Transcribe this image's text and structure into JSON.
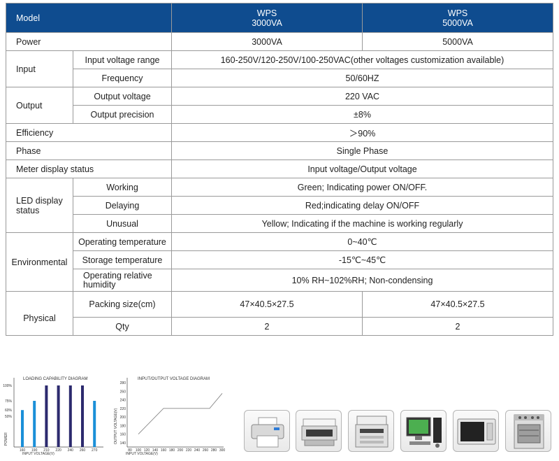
{
  "header": {
    "model": "Model",
    "col1": [
      "WPS",
      "3000VA"
    ],
    "col2": [
      "WPS",
      "5000VA"
    ]
  },
  "rows": {
    "power": {
      "label": "Power",
      "v1": "3000VA",
      "v2": "5000VA"
    },
    "input": {
      "label": "Input",
      "range_label": "Input voltage range",
      "range_value": "160-250V/120-250V/100-250VAC(other voltages customization available)",
      "freq_label": "Frequency",
      "freq_value": "50/60HZ"
    },
    "output": {
      "label": "Output",
      "voltage_label": "Output voltage",
      "voltage_value": "220 VAC",
      "precision_label": "Output precision",
      "precision_value": "±8%"
    },
    "efficiency": {
      "label": "Efficiency",
      "value": "＞90%"
    },
    "phase": {
      "label": "Phase",
      "value": "Single Phase"
    },
    "meter": {
      "label": "Meter display status",
      "value": "Input voltage/Output voltage"
    },
    "led": {
      "label_1": "LED display",
      "label_2": "status",
      "working_label": "Working",
      "working_value": "Green; Indicating power ON/OFF.",
      "delaying_label": "Delaying",
      "delaying_value": "Red;indicating delay ON/OFF",
      "unusual_label": "Unusual",
      "unusual_value": "Yellow; Indicating if the machine is working regularly"
    },
    "environmental": {
      "label": "Environmental",
      "op_temp_label": "Operating temperature",
      "op_temp_value": "0~40℃",
      "storage_label": "Storage temperature",
      "storage_value": "-15℃~45℃",
      "humidity_label_1": "Operating relative",
      "humidity_label_2": "humidity",
      "humidity_value": "10% RH~102%RH; Non-condensing"
    },
    "physical": {
      "label": "Physical",
      "packing_label": "Packing size(cm)",
      "packing_v1": "47×40.5×27.5",
      "packing_v2": "47×40.5×27.5",
      "qty_label": "Qty",
      "qty_v1": "2",
      "qty_v2": "2"
    }
  },
  "chart_data": [
    {
      "type": "bar",
      "title": "LOADING CAPABILITY DIAGRAM",
      "xlabel": "INPUT VOLTAGE(V)",
      "ylabel": "POWER",
      "categories": [
        "160",
        "190",
        "210",
        "220",
        "240",
        "260",
        "270"
      ],
      "values": [
        60,
        75,
        100,
        100,
        100,
        100,
        75
      ],
      "bar_colors": [
        "#1a8fd8",
        "#1a8fd8",
        "#2c2a6e",
        "#2c2a6e",
        "#2c2a6e",
        "#2c2a6e",
        "#1a8fd8"
      ],
      "yticks": [
        {
          "value": 100,
          "label": "100%"
        },
        {
          "value": 75,
          "label": "75%"
        },
        {
          "value": 60,
          "label": "60%"
        },
        {
          "value": 50,
          "label": "50%"
        }
      ],
      "ylim": [
        0,
        100
      ]
    },
    {
      "type": "line",
      "title": "INPUT/OUTPUT VOLTAGE DIAGRAM",
      "xlabel": "INPUT VOLTAGE(V)",
      "ylabel": "OUTPUT VOLTAGE(V)",
      "xticks": [
        "80",
        "100",
        "120",
        "140",
        "160",
        "180",
        "200",
        "220",
        "240",
        "260",
        "280",
        "300"
      ],
      "yticks": [
        "140",
        "160",
        "180",
        "200",
        "220",
        "240",
        "260",
        "280"
      ],
      "xlim": [
        80,
        300
      ],
      "ylim": [
        130,
        280
      ],
      "x": [
        100,
        140,
        160,
        260,
        270,
        300
      ],
      "y": [
        160,
        200,
        220,
        220,
        220,
        255
      ]
    }
  ],
  "icons": [
    "printer-icon",
    "scanner-icon",
    "copier-icon",
    "desktop-computer-icon",
    "microwave-icon",
    "oven-icon"
  ]
}
